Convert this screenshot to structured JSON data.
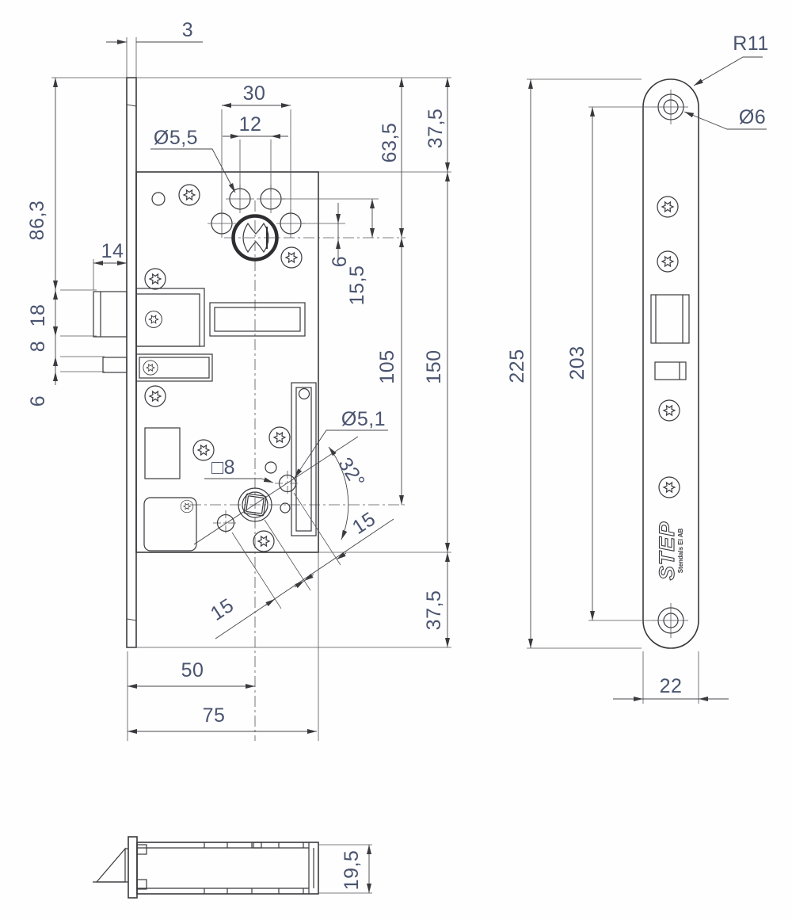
{
  "palette": {
    "line_color": "#3a3a3e",
    "dimension_text_color": "#4a5470",
    "background": "#ffffff"
  },
  "drawing": {
    "front_view": {
      "dims": {
        "faceplate_thickness": "3",
        "screw_span": "30",
        "screw_pair": "12",
        "screw_dia": "Ø5,5",
        "top_to_cylinder": "63,5",
        "faceplate_top_margin": "37,5",
        "top_to_latch": "86,3",
        "latch_protrusion": "14",
        "latch_height": "18",
        "latch_to_snib": "8",
        "snib_height": "6",
        "screw_above_center": "6",
        "screw_offset": "15,5",
        "cylinder_to_follower": "105",
        "case_height": "150",
        "faceplate_bottom_margin": "37,5",
        "follower_hole_dia": "Ø5,1",
        "spindle_square": "□8",
        "hole_angle": "32°",
        "hole_radius_1": "15",
        "hole_radius_2": "15",
        "backset": "50",
        "slot_distance": "75"
      }
    },
    "side_view": {
      "dims": {
        "corner_radius": "R11",
        "screw_hole_dia": "Ø6",
        "faceplate_length": "225",
        "screw_distance": "203",
        "faceplate_width": "22"
      },
      "logo": {
        "brand": "STEP",
        "company": "Stendals El AB"
      }
    },
    "bottom_view": {
      "dims": {
        "case_depth": "19,5"
      }
    }
  }
}
